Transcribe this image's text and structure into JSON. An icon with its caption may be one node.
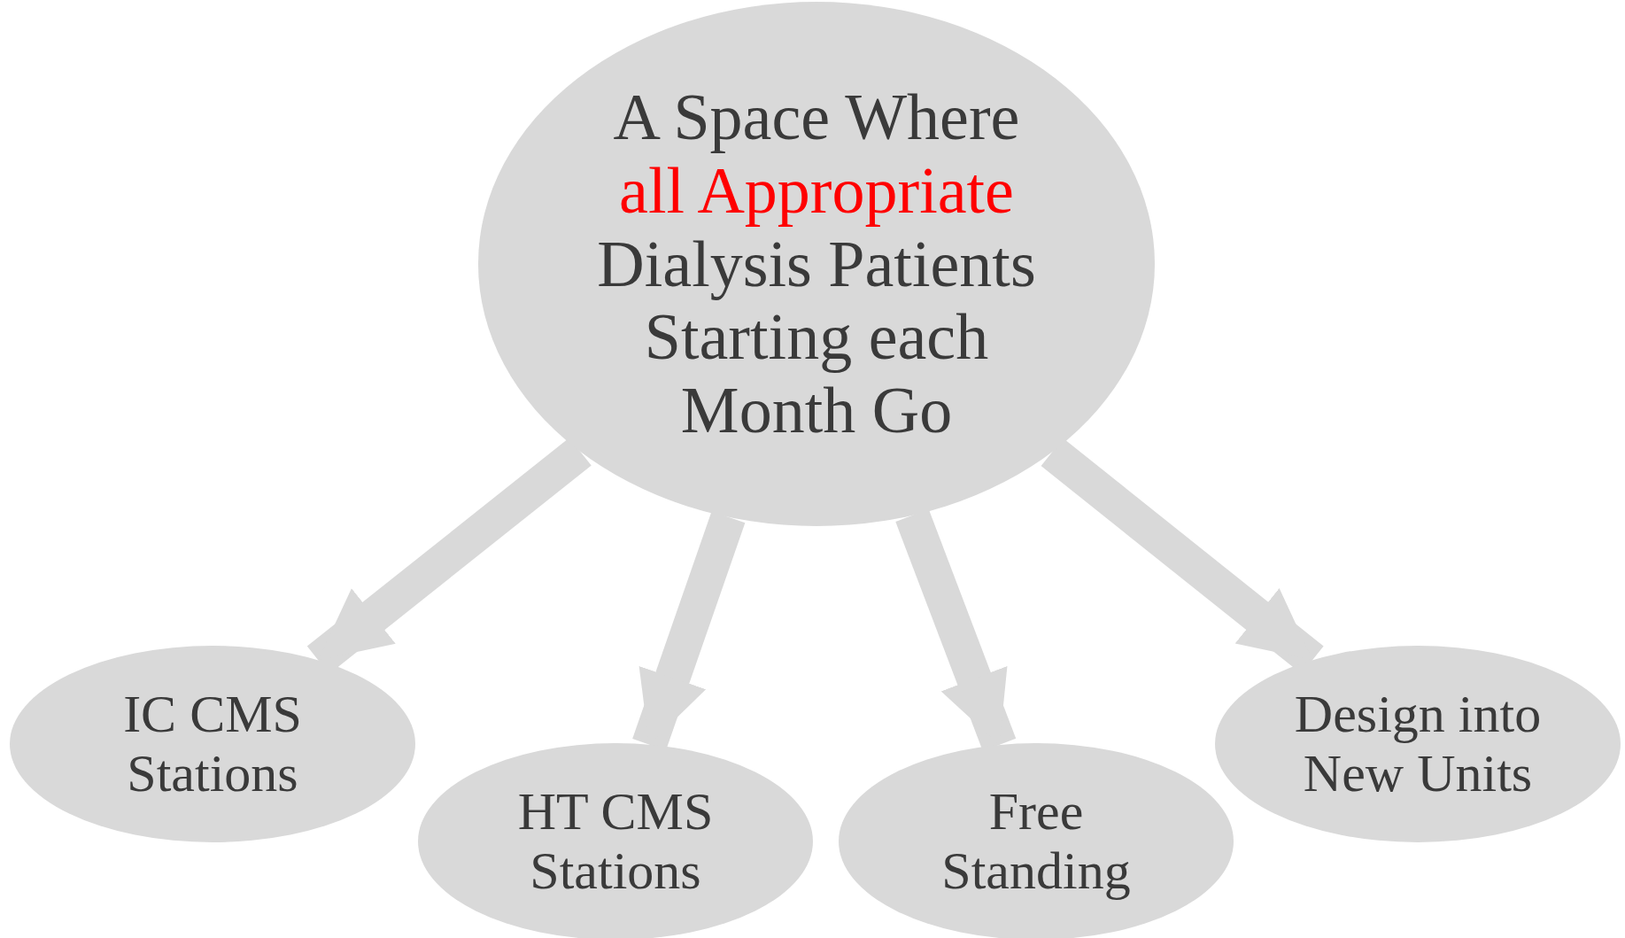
{
  "diagram": {
    "nodes": [
      {
        "text": [
          "A Space Where",
          "all Appropriate",
          "Dialysis Patients Starting each Month Go"
        ]
      },
      {
        "text": [
          "IC CMS Stations"
        ]
      },
      {
        "text": [
          "HT CMS Stations"
        ]
      },
      {
        "text": [
          "Free Standing"
        ]
      },
      {
        "text": [
          "Design into New Units"
        ]
      }
    ],
    "edges": [
      {
        "from": 0,
        "to": 1,
        "arrow": "to"
      },
      {
        "from": 0,
        "to": 2,
        "arrow": "to"
      },
      {
        "from": 0,
        "to": 3,
        "arrow": "to"
      },
      {
        "from": 0,
        "to": 4,
        "arrow": "to"
      }
    ]
  }
}
